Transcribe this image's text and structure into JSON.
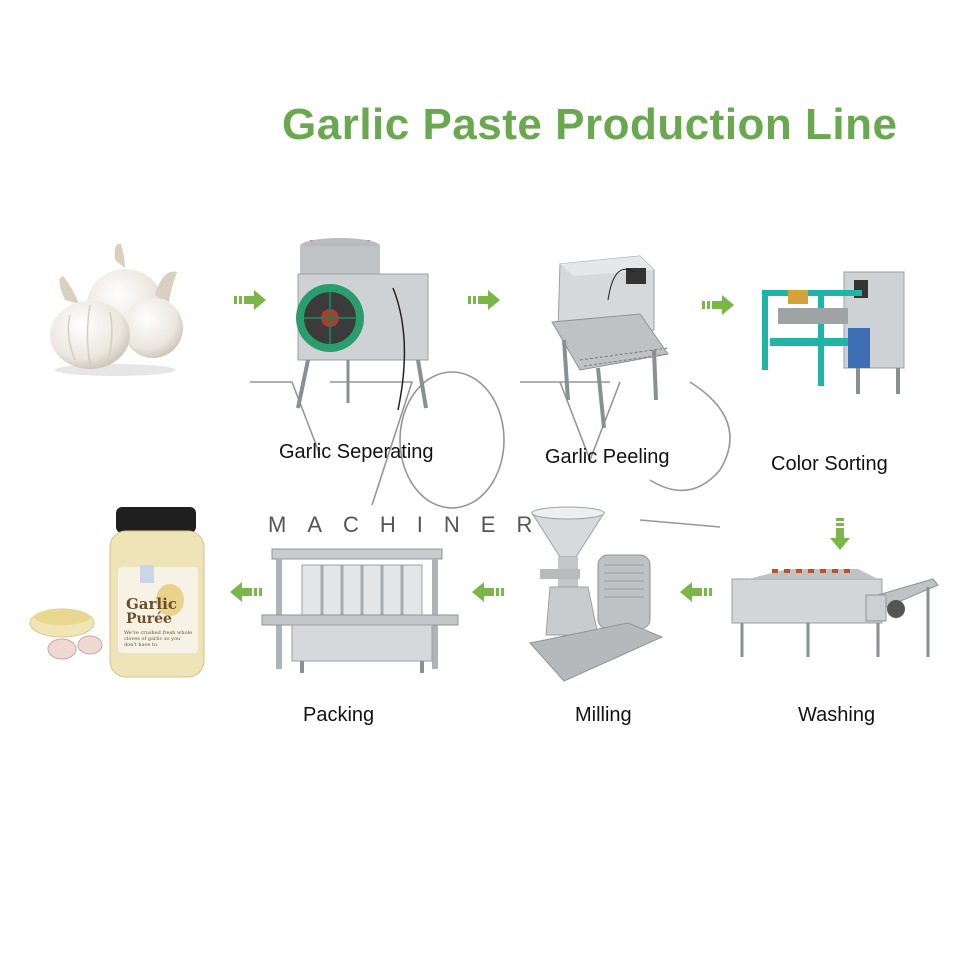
{
  "title": "Garlic Paste Production Line",
  "colors": {
    "accent": "#6aa84f",
    "arrow": "#7ab648",
    "steel": "#c9ccce",
    "cyan_frame": "#1fb5a6"
  },
  "steps": [
    {
      "label": "Garlic Seperating"
    },
    {
      "label": "Garlic Peeling"
    },
    {
      "label": "Color Sorting"
    },
    {
      "label": "Washing"
    },
    {
      "label": "Milling"
    },
    {
      "label": "Packing"
    }
  ],
  "product": {
    "jar_line1": "Garlic",
    "jar_line2": "Purée",
    "jar_small": "We've crushed fresh whole cloves of garlic so you don't have to."
  },
  "watermark": {
    "text": "MACHINERY"
  }
}
